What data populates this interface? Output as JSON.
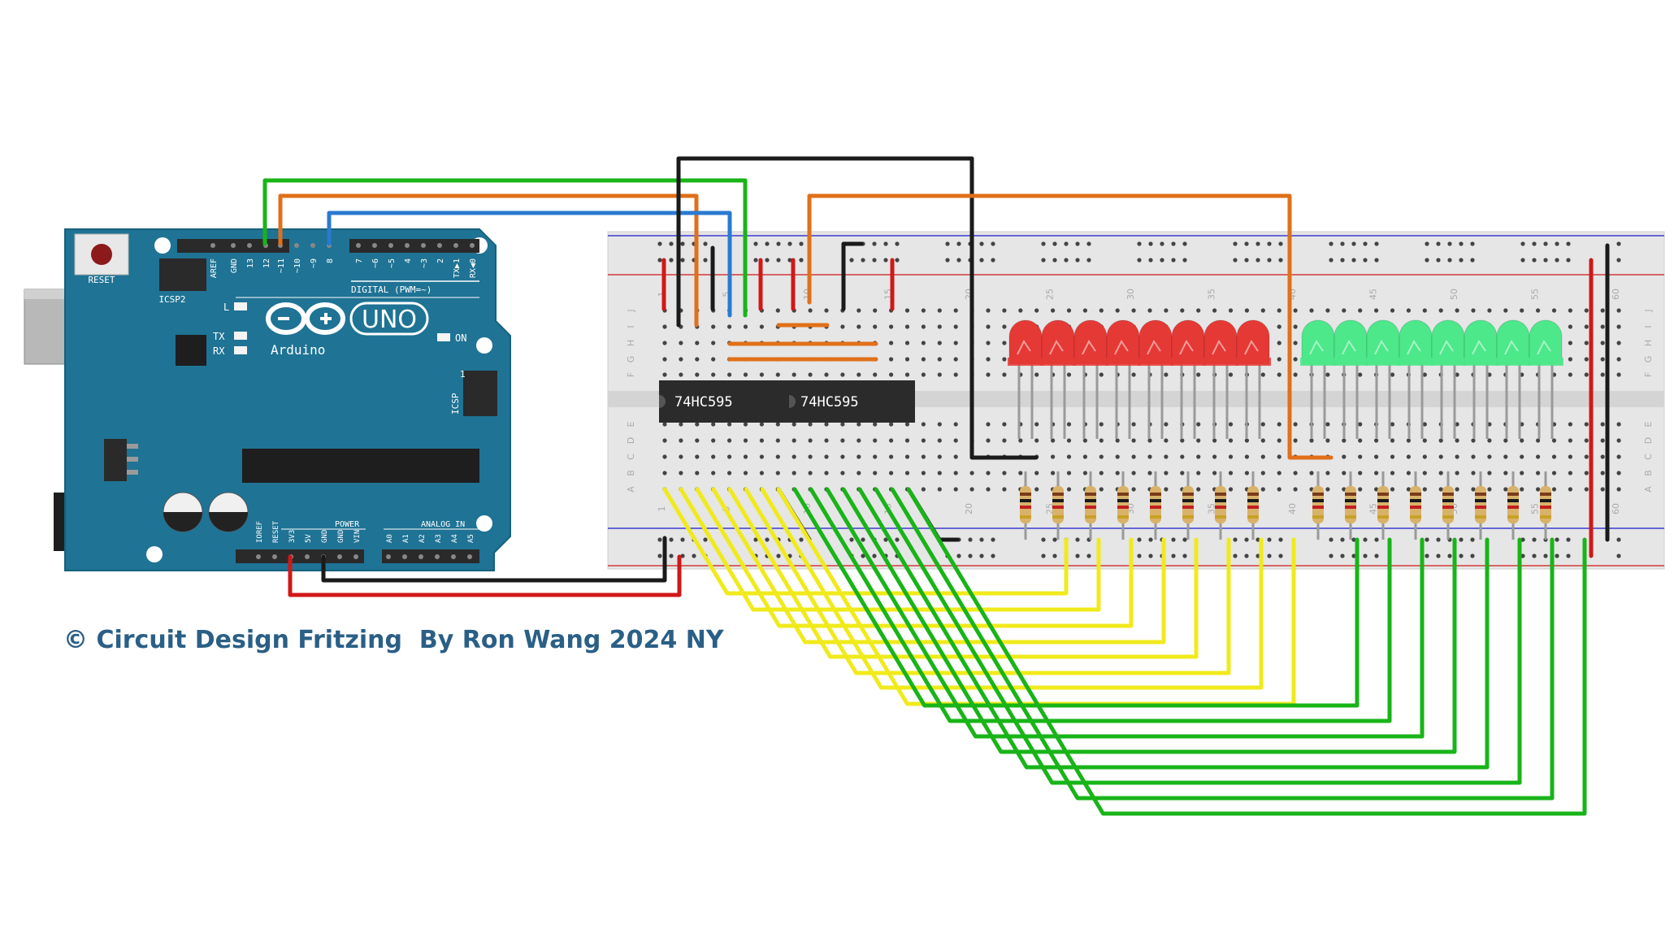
{
  "arduino": {
    "brand": "Arduino",
    "model": "UNO",
    "reset_label": "RESET",
    "icsp2_label": "ICSP2",
    "icsp_label": "ICSP",
    "icsp_pin1": "1",
    "on_label": "ON",
    "l_label": "L",
    "tx_label": "TX",
    "rx_label": "RX",
    "digital_label": "DIGITAL (PWM=~)",
    "power_label": "POWER",
    "analog_label": "ANALOG IN",
    "top_pins": [
      "AREF",
      "GND",
      "13",
      "12",
      "~11",
      "~10",
      "~9",
      "8",
      "7",
      "~6",
      "~5",
      "4",
      "~3",
      "2",
      "TX▶1",
      "RX◀0"
    ],
    "power_pins": [
      "IOREF",
      "RESET",
      "3V3",
      "5V",
      "GND",
      "GND",
      "VIN"
    ],
    "analog_pins": [
      "A0",
      "A1",
      "A2",
      "A3",
      "A4",
      "A5"
    ]
  },
  "breadboard": {
    "column_numbers": [
      "1",
      "5",
      "10",
      "15",
      "20",
      "25",
      "30",
      "35",
      "40",
      "45",
      "50",
      "55",
      "60"
    ],
    "row_letters_top": [
      "J",
      "I",
      "H",
      "G",
      "F"
    ],
    "row_letters_bottom": [
      "E",
      "D",
      "C",
      "B",
      "A"
    ]
  },
  "chips": [
    {
      "label": "74HC595"
    },
    {
      "label": "74HC595"
    }
  ],
  "leds": {
    "red_count": 8,
    "green_count": 8,
    "red_color": "#e53935",
    "green_color": "#4ce88a"
  },
  "wire_colors": {
    "black": "#1a1a1a",
    "red": "#d01818",
    "green": "#18b418",
    "orange": "#e0701a",
    "blue": "#2a7ad0",
    "yellow": "#f0ea1c"
  },
  "caption": "© Circuit Design Fritzing  By Ron Wang 2024 NY"
}
